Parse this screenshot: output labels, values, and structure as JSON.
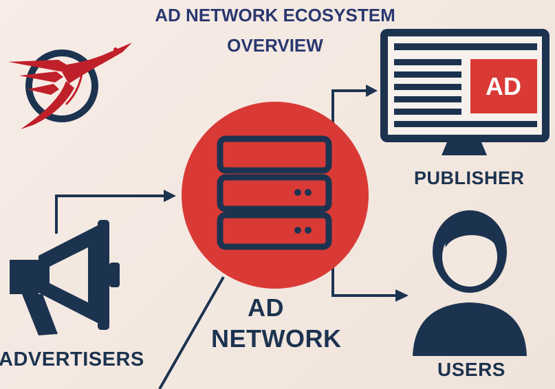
{
  "title": {
    "line1": "AD NETWORK ECOSYSTEM",
    "line2": "OVERVIEW"
  },
  "nodes": {
    "publisher": {
      "label": "PUBLISHER",
      "screen_badge": "AD"
    },
    "users": {
      "label": "USERS"
    },
    "advertisers": {
      "label": "ADVERTISERS"
    },
    "ad_network": {
      "label_line1": "AD",
      "label_line2": "NETWORK"
    }
  },
  "colors": {
    "navy": "#1c3350",
    "red": "#d93a35",
    "title": "#2a3870",
    "logo_red": "#c0202a"
  },
  "icons": [
    "logo-bird-icon",
    "server-icon",
    "monitor-icon",
    "user-icon",
    "megaphone-icon"
  ]
}
